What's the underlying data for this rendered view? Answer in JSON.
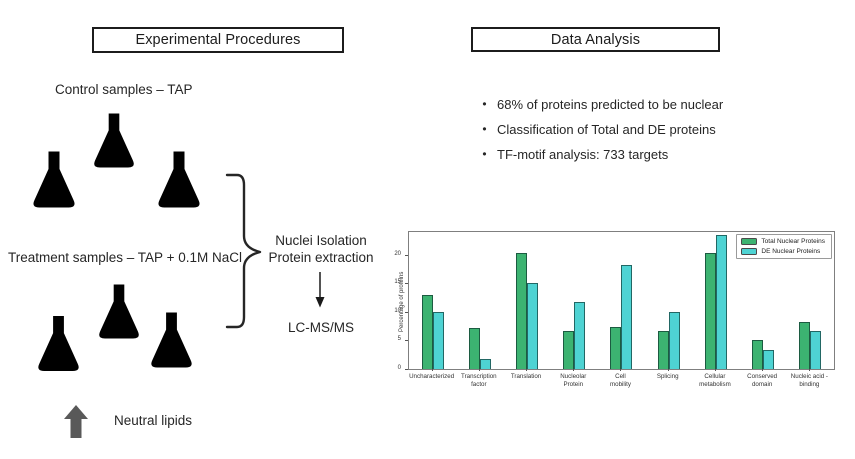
{
  "slide": {
    "left_panel": {
      "title": "Experimental Procedures",
      "control_label": "Control samples – TAP",
      "treatment_label": "Treatment samples – TAP + 0.1M NaCl",
      "neutral_lipids_label": "Neutral lipids",
      "flask_liquid_colors": {
        "control": "#1d7c31",
        "treatment": "#2ee04b"
      },
      "arrow_color": "#595959"
    },
    "pipeline": {
      "line1": "Nuclei Isolation",
      "line2": "Protein extraction",
      "line3": "LC-MS/MS"
    },
    "right_panel": {
      "title": "Data Analysis",
      "bullets": [
        "68% of proteins predicted to be nuclear",
        "Classification of Total and DE proteins",
        "TF-motif analysis: 733 targets"
      ]
    }
  },
  "chart_data": {
    "type": "bar",
    "title": "",
    "xlabel": "",
    "ylabel": "Percentage of proteins",
    "categories": [
      "Uncharacterized",
      "Transcription\nfactor",
      "Translation",
      "Nucleolar\nProtein",
      "Cell\nmobility",
      "Splicing",
      "Cellular\nmetabolism",
      "Conserved\ndomain",
      "Nucleic acid -\nbinding"
    ],
    "series": [
      {
        "name": "Total Nuclear Proteins",
        "color": "#3cb371",
        "values": [
          13,
          7.2,
          20.3,
          6.6,
          7.4,
          6.6,
          20.3,
          5,
          8.2
        ]
      },
      {
        "name": "DE Nuclear Proteins",
        "color": "#4ed3d3",
        "values": [
          10,
          1.7,
          15,
          11.7,
          18.3,
          10,
          23.5,
          3.3,
          6.7
        ]
      }
    ],
    "ylim": [
      0,
      24
    ],
    "yticks": [
      0,
      5,
      10,
      15,
      20
    ],
    "grid": false,
    "legend_position": "upper right"
  }
}
